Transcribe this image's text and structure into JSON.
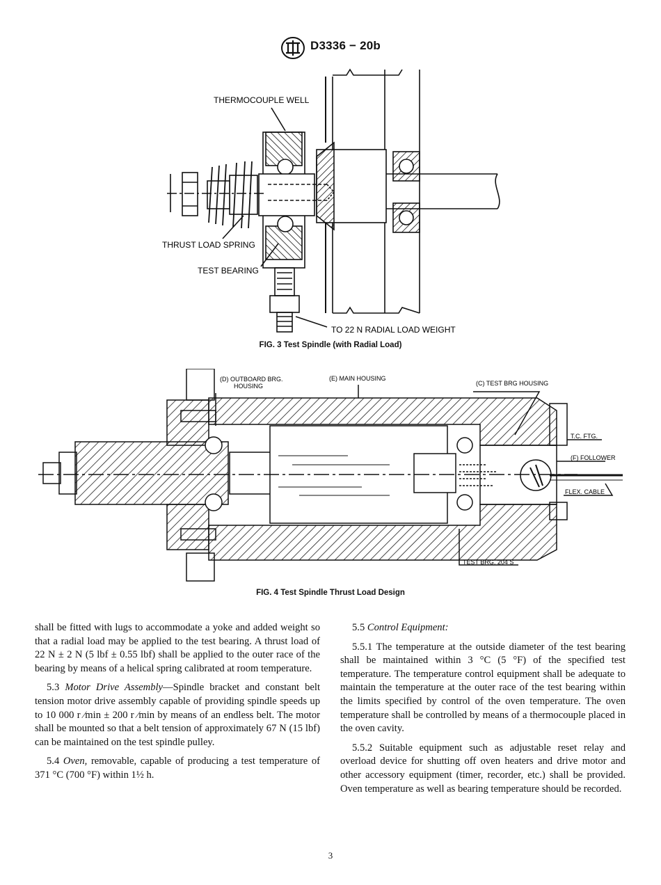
{
  "header": {
    "doc_number": "D3336 − 20b",
    "logo_icon": "astm-logo-icon"
  },
  "fig3": {
    "labels": {
      "thermocouple_well": "THERMOCOUPLE WELL",
      "thrust_load_spring": "THRUST LOAD SPRING",
      "test_bearing": "TEST BEARING",
      "radial_load_weight": "TO 22 N RADIAL LOAD WEIGHT"
    },
    "caption": "FIG. 3 Test Spindle (with Radial Load)"
  },
  "fig4": {
    "labels": {
      "outboard_brg_1": "(D) OUTBOARD BRG.",
      "outboard_brg_2": "HOUSING",
      "main_housing": "(E) MAIN HOUSING",
      "test_brg_housing": "(C) TEST BRG HOUSING",
      "tc_ftg": "T.C. FTG.",
      "follower": "(F) FOLLOWER",
      "flex_cable": "FLEX. CABLE",
      "test_brg_204s": "TEST BRG. 204 S"
    },
    "caption": "FIG. 4 Test Spindle Thrust Load Design"
  },
  "body": {
    "left": {
      "p1": "shall be fitted with lugs to accommodate a yoke and added weight so that a radial load may be applied to the test bearing. A thrust load of 22 N ± 2 N (5 lbf ± 0.55 lbf) shall be applied to the outer race of the bearing by means of a helical spring calibrated at room temperature.",
      "p2_num": "5.3",
      "p2_title": "Motor Drive Assembly",
      "p2_text": "—Spindle bracket and constant belt tension motor drive assembly capable of providing spindle speeds up to 10 000 r ⁄min ± 200 r ⁄min by means of an endless belt. The motor shall be mounted so that a belt tension of approximately 67 N (15 lbf) can be maintained on the test spindle pulley.",
      "p3_num": "5.4",
      "p3_title": "Oven,",
      "p3_text": " removable, capable of producing a test temperature of 371 °C (700 °F) within 1½ h."
    },
    "right": {
      "p1_num": "5.5",
      "p1_title": "Control Equipment:",
      "p2": "5.5.1 The temperature at the outside diameter of the test bearing shall be maintained within 3 °C (5 °F) of the specified test temperature. The temperature control equipment shall be adequate to maintain the temperature at the outer race of the test bearing within the limits specified by control of the oven temperature. The oven temperature shall be controlled by means of a thermocouple placed in the oven cavity.",
      "p3": "5.5.2 Suitable equipment such as adjustable reset relay and overload device for shutting off oven heaters and drive motor and other accessory equipment (timer, recorder, etc.) shall be provided. Oven temperature as well as bearing temperature should be recorded."
    }
  },
  "page_number": "3"
}
